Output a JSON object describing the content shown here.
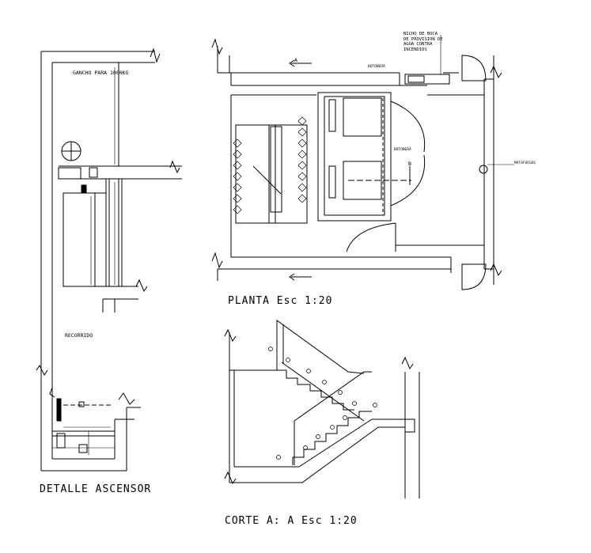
{
  "elevator_detail": {
    "title": "DETALLE ASCENSOR",
    "hook_note": "GANCHO PARA 1000KG",
    "travel_label": "RECORRIDO"
  },
  "plan": {
    "title": "PLANTA Esc 1:20",
    "cut_marker_a": "A",
    "cut_marker_b": "B",
    "button_panel_top": "BOTONERA",
    "button_panel_mid": "BOTONERA",
    "fire_extinguisher": "MATAFUEGOS",
    "hydrant_niche_note": "NICHO DE BOCA DE PROVISION DE AGUA CONTRA INCENDIOS"
  },
  "section": {
    "title": "CORTE  A: A Esc 1:20"
  }
}
